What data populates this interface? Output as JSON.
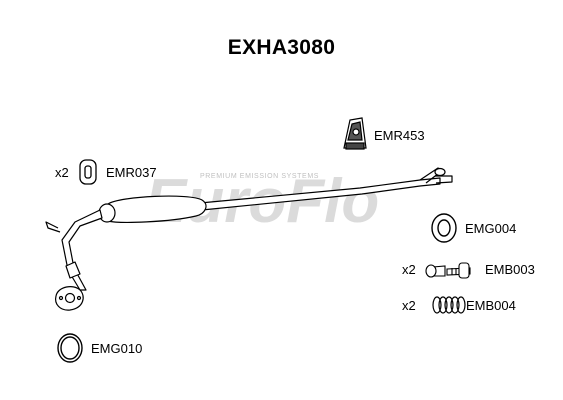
{
  "title": "EXHA3080",
  "watermark": {
    "brand": "EuroFlo",
    "tagline": "PREMIUM EMISSION SYSTEMS"
  },
  "parts": {
    "emr037": {
      "code": "EMR037",
      "qty": "x2"
    },
    "emr453": {
      "code": "EMR453"
    },
    "emg004": {
      "code": "EMG004"
    },
    "emb003": {
      "code": "EMB003",
      "qty": "x2"
    },
    "emb004": {
      "code": "EMB004",
      "qty": "x2"
    },
    "emg010": {
      "code": "EMG010"
    }
  },
  "colors": {
    "line": "#000000",
    "watermark": "#c8c8c8",
    "watermark_accent": "#f0b8b8"
  }
}
